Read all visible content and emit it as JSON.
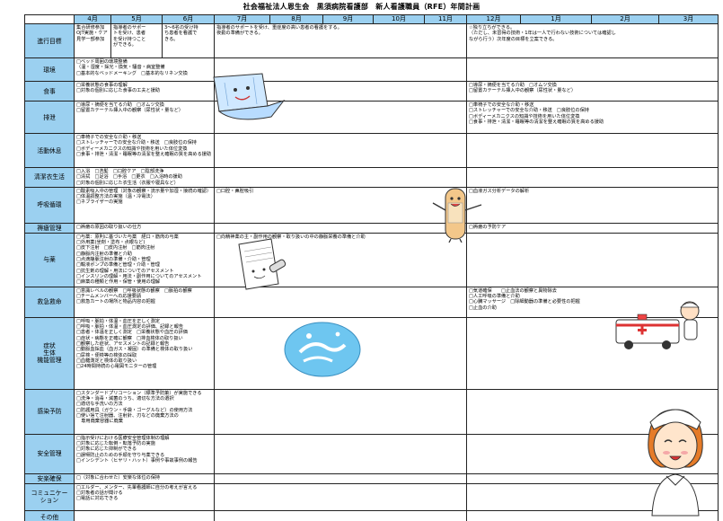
{
  "title": "社会福祉法人恩生会　黒須病院看護部　新人看護職員（RFE）年間計画",
  "months": [
    "4月",
    "5月",
    "6月",
    "7月",
    "8月",
    "9月",
    "10月",
    "11月",
    "12月",
    "1月",
    "2月",
    "3月"
  ],
  "goals": {
    "label": "進行目標",
    "apr": [
      "集合研修参加",
      "OJT実施・ケア",
      "見学一部参加"
    ],
    "may": [
      "指導者のサポー",
      "トを受け、患者",
      "を受け持つこと",
      "ができる。"
    ],
    "jun": [
      "3～6名の受け持",
      "ち患者を看護で",
      "きる。"
    ],
    "mid": [
      "指導者のサポートを受け、重症度の高い患者の看護をする。",
      "夜勤の準備ができる。"
    ],
    "late": [
      "☆独り立ちができる。",
      "（ただし、未習得の技術・1年は一人で行わない技術については確認し",
      "ながら行う）次年度の目標を立案できる。"
    ]
  },
  "rows": [
    {
      "label": "環境",
      "early": [
        "□ベッド周囲の環境整備",
        "（温・湿度・採光・換気・騒音・病室整備",
        "□基本的なベッドメーキング　□基本的なリネン交換"
      ],
      "mid": [],
      "late": []
    },
    {
      "label": "食事",
      "early": [
        "□栄養状態の食事の理解",
        "□対象の個別に応じた食事の工夫と援助"
      ],
      "mid": [],
      "late": [
        "□導尿・摘便を当てる介助　□オムツ交換",
        "□留置カテーテル挿入中の観察（尿性状・量など）"
      ]
    },
    {
      "label": "排泄",
      "early": [
        "□導尿・摘便を当てる介助　□オムツ交換",
        "□留置カテーテル挿入中の観察（尿性状・量など）"
      ],
      "mid": [],
      "late": [
        "□車椅子での安全な介助・移送",
        "□ストレッチャーでの安全な介助・移送　□良肢位の保持",
        "□ボディーメカニクスの知識や技術を用いた体位変換",
        "□食事・排泄・清潔・睡眠等の清潔を整え確眠の質を高める援助"
      ]
    },
    {
      "label": "活動休息",
      "early": [
        "□車椅子での安全な介助・移送",
        "□ストレッチャーでの安全な介助・移送　□良肢位の保持",
        "□ボディーメカニクスの知識や技術を用いた体位変換",
        "□食事・排泄・清潔・睡眠等の清潔を整え確眠の質を高める援助"
      ],
      "mid": [],
      "late": []
    },
    {
      "label": "清潔衣生活",
      "early": [
        "□入浴　□洗髪　□口腔ケア　□陰部洗浄",
        "□清拭　□足浴　□手浴　□更衣　□入浴時の援助",
        "□対象の個別に応じた衣生活（衣服や寝具など）"
      ],
      "mid": [],
      "late": []
    },
    {
      "label": "呼吸循環",
      "early": [
        "□酸素吸入中の管理（対象の観察・流示量や加湿・接続の確認）",
        "□体温調整方法の実施（温・冷電法）",
        "□ネブライザーの実施"
      ],
      "mid": [
        "□口腔・鼻腔吸引"
      ],
      "late": [
        "□血液ガス分析データの解析"
      ]
    },
    {
      "label": "褥瘡管理",
      "early": [
        "□褥瘡の原因の取り扱いの仕方"
      ],
      "mid": [],
      "late": [
        "□褥瘡の予防ケア"
      ]
    },
    {
      "label": "与薬",
      "early": [
        "□与薬：原則に基づいた与薬　経口・筋肉の与薬",
        "□外用薬(坐剤・塗布・点眼など)",
        "□皮下注射　□皮内注射　□筋肉注射",
        "□静脈内注射の準備と介助",
        "□点滴静脈注射の準備・介助・管理",
        "□輸液ポンプの準備と管理・介助・管理",
        "□抗生剤の理解・用法についてのアセスメント",
        "□インスリンの理解・用法・副作用についてのアセスメント",
        "□麻薬の種類と作用・保管・使用の理解"
      ],
      "mid": [
        "□向精神薬の主・副作用の観察・取り扱いの中の静脈栄養の準備と介助"
      ],
      "late": []
    },
    {
      "label": "救急救命",
      "early": [
        "□意識レベルの観察　□呼吸状態の観察　□脈拍の観察",
        "□チームメンバーへの応援要請",
        "□救急カートの場所と物品内容の把握"
      ],
      "mid": [],
      "late": [
        "□気道確保　　□止血法の観察と異物除去",
        "□人工呼吸の準備と介助",
        "□心臓マッサージ　□除細動器の準備と必要性の把握",
        "□止血の介助"
      ]
    },
    {
      "label": "症状\n生体\n機能管理",
      "early": [
        "□呼吸・脈拍・体温・血圧を正しく測定",
        "□呼吸・脈拍・体温・血圧測定の評価、記録と報告",
        "□患者・体温を正しく測定　□栄養状態や血圧の評価",
        "□症状・病態を正確に観察　□排血検体の取り扱い",
        "□観察した症状、アセスメントの記録と報告",
        "□動脈血採血（血ガス・凝固）の準備と検体の取り扱い",
        "□尿検・便検等の検体の採取",
        "□血糖測定と検体の取り扱い",
        "□24時間持続の心電図モニターの管理"
      ],
      "mid": [],
      "late": []
    },
    {
      "label": "感染予防",
      "early": [
        "□スタンダードプリコーション（標準予防策）が実施できる",
        "□洗浄・消毒・滅菌のうち、適切な方法の選択",
        "□適切な手洗いの方法",
        "□防護用具（ガウン・手袋・ゴーグルなど）の使用方法",
        "□使い捨て注射器、注射針、刃などの廃棄方法の",
        "　専用廃棄容器に廃棄"
      ],
      "mid": [],
      "late": []
    },
    {
      "label": "安全管理",
      "early": [
        "□指示受けにおける医療安全管理体制の理解",
        "□対象に応じた転倒・転落予防の実施",
        "□対象に応じた抑制ができる",
        "□誤嚥防止のための手順を守り与薬できる",
        "□インシデント（ヒヤリ・ハット）事例や事故事例の報告"
      ],
      "mid": [],
      "late": []
    },
    {
      "label": "安楽確保",
      "early": [
        "□（対象に合わせた）安楽な体位の保持"
      ],
      "mid": [],
      "late": []
    },
    {
      "label": "コミュニケー\nション",
      "early": [
        "□エルダー、メンター、先輩看護師に自分の考えが言える",
        "□対象者の話が聞ける",
        "□電話に対応できる"
      ],
      "mid": [],
      "late": []
    },
    {
      "label": "その他",
      "early": [],
      "mid": [],
      "late": []
    }
  ]
}
